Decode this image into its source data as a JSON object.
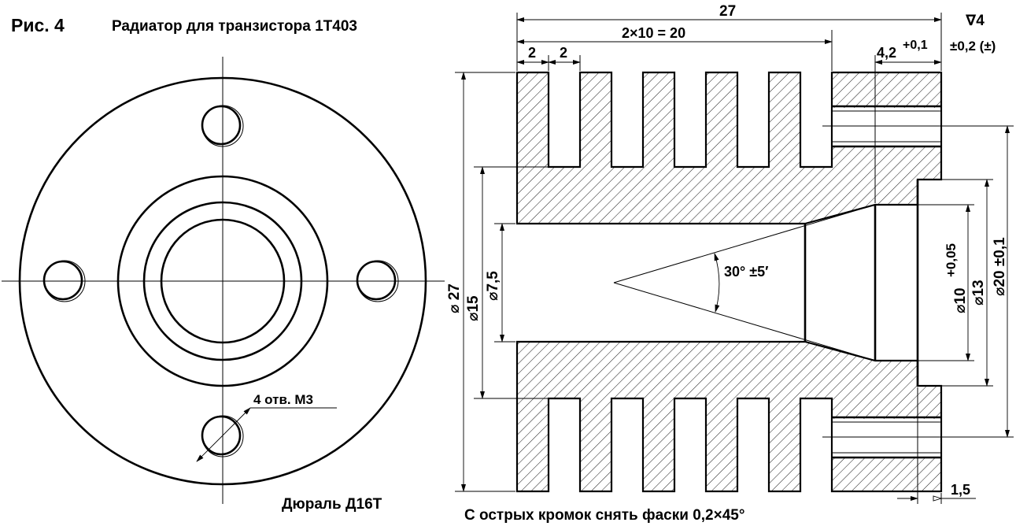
{
  "caption": {
    "figure_label": "Рис. 4",
    "title": "Радиатор для транзистора 1Т403"
  },
  "material": "Дюраль Д16Т",
  "notes": {
    "chamfer": "С острых кромок снять фаски 0,2×45°",
    "roughness_symbol": "∇4",
    "general_tolerance": "±0,2 (±)"
  },
  "front_view": {
    "holes_label": "4 отв. М3"
  },
  "section_view": {
    "dim_overall_length": "27",
    "dim_fins_span": "2×10 = 20",
    "dim_fin_width": "2",
    "dim_gap_width": "2",
    "dim_base_thickness": "4,2",
    "dim_base_thickness_tol": "+0,1",
    "dim_outer_diameter": "⌀ 27",
    "dim_core_diameter": "⌀15",
    "dim_bore_diameter": "⌀7,5",
    "dim_cone_angle": "30° ±5′",
    "dim_seat_diameter": "⌀10",
    "dim_seat_tol": "+0,05",
    "dim_recess_diameter": "⌀13",
    "dim_flange_diameter": "⌀20 ±0,1",
    "dim_recess_depth": "1,5"
  }
}
